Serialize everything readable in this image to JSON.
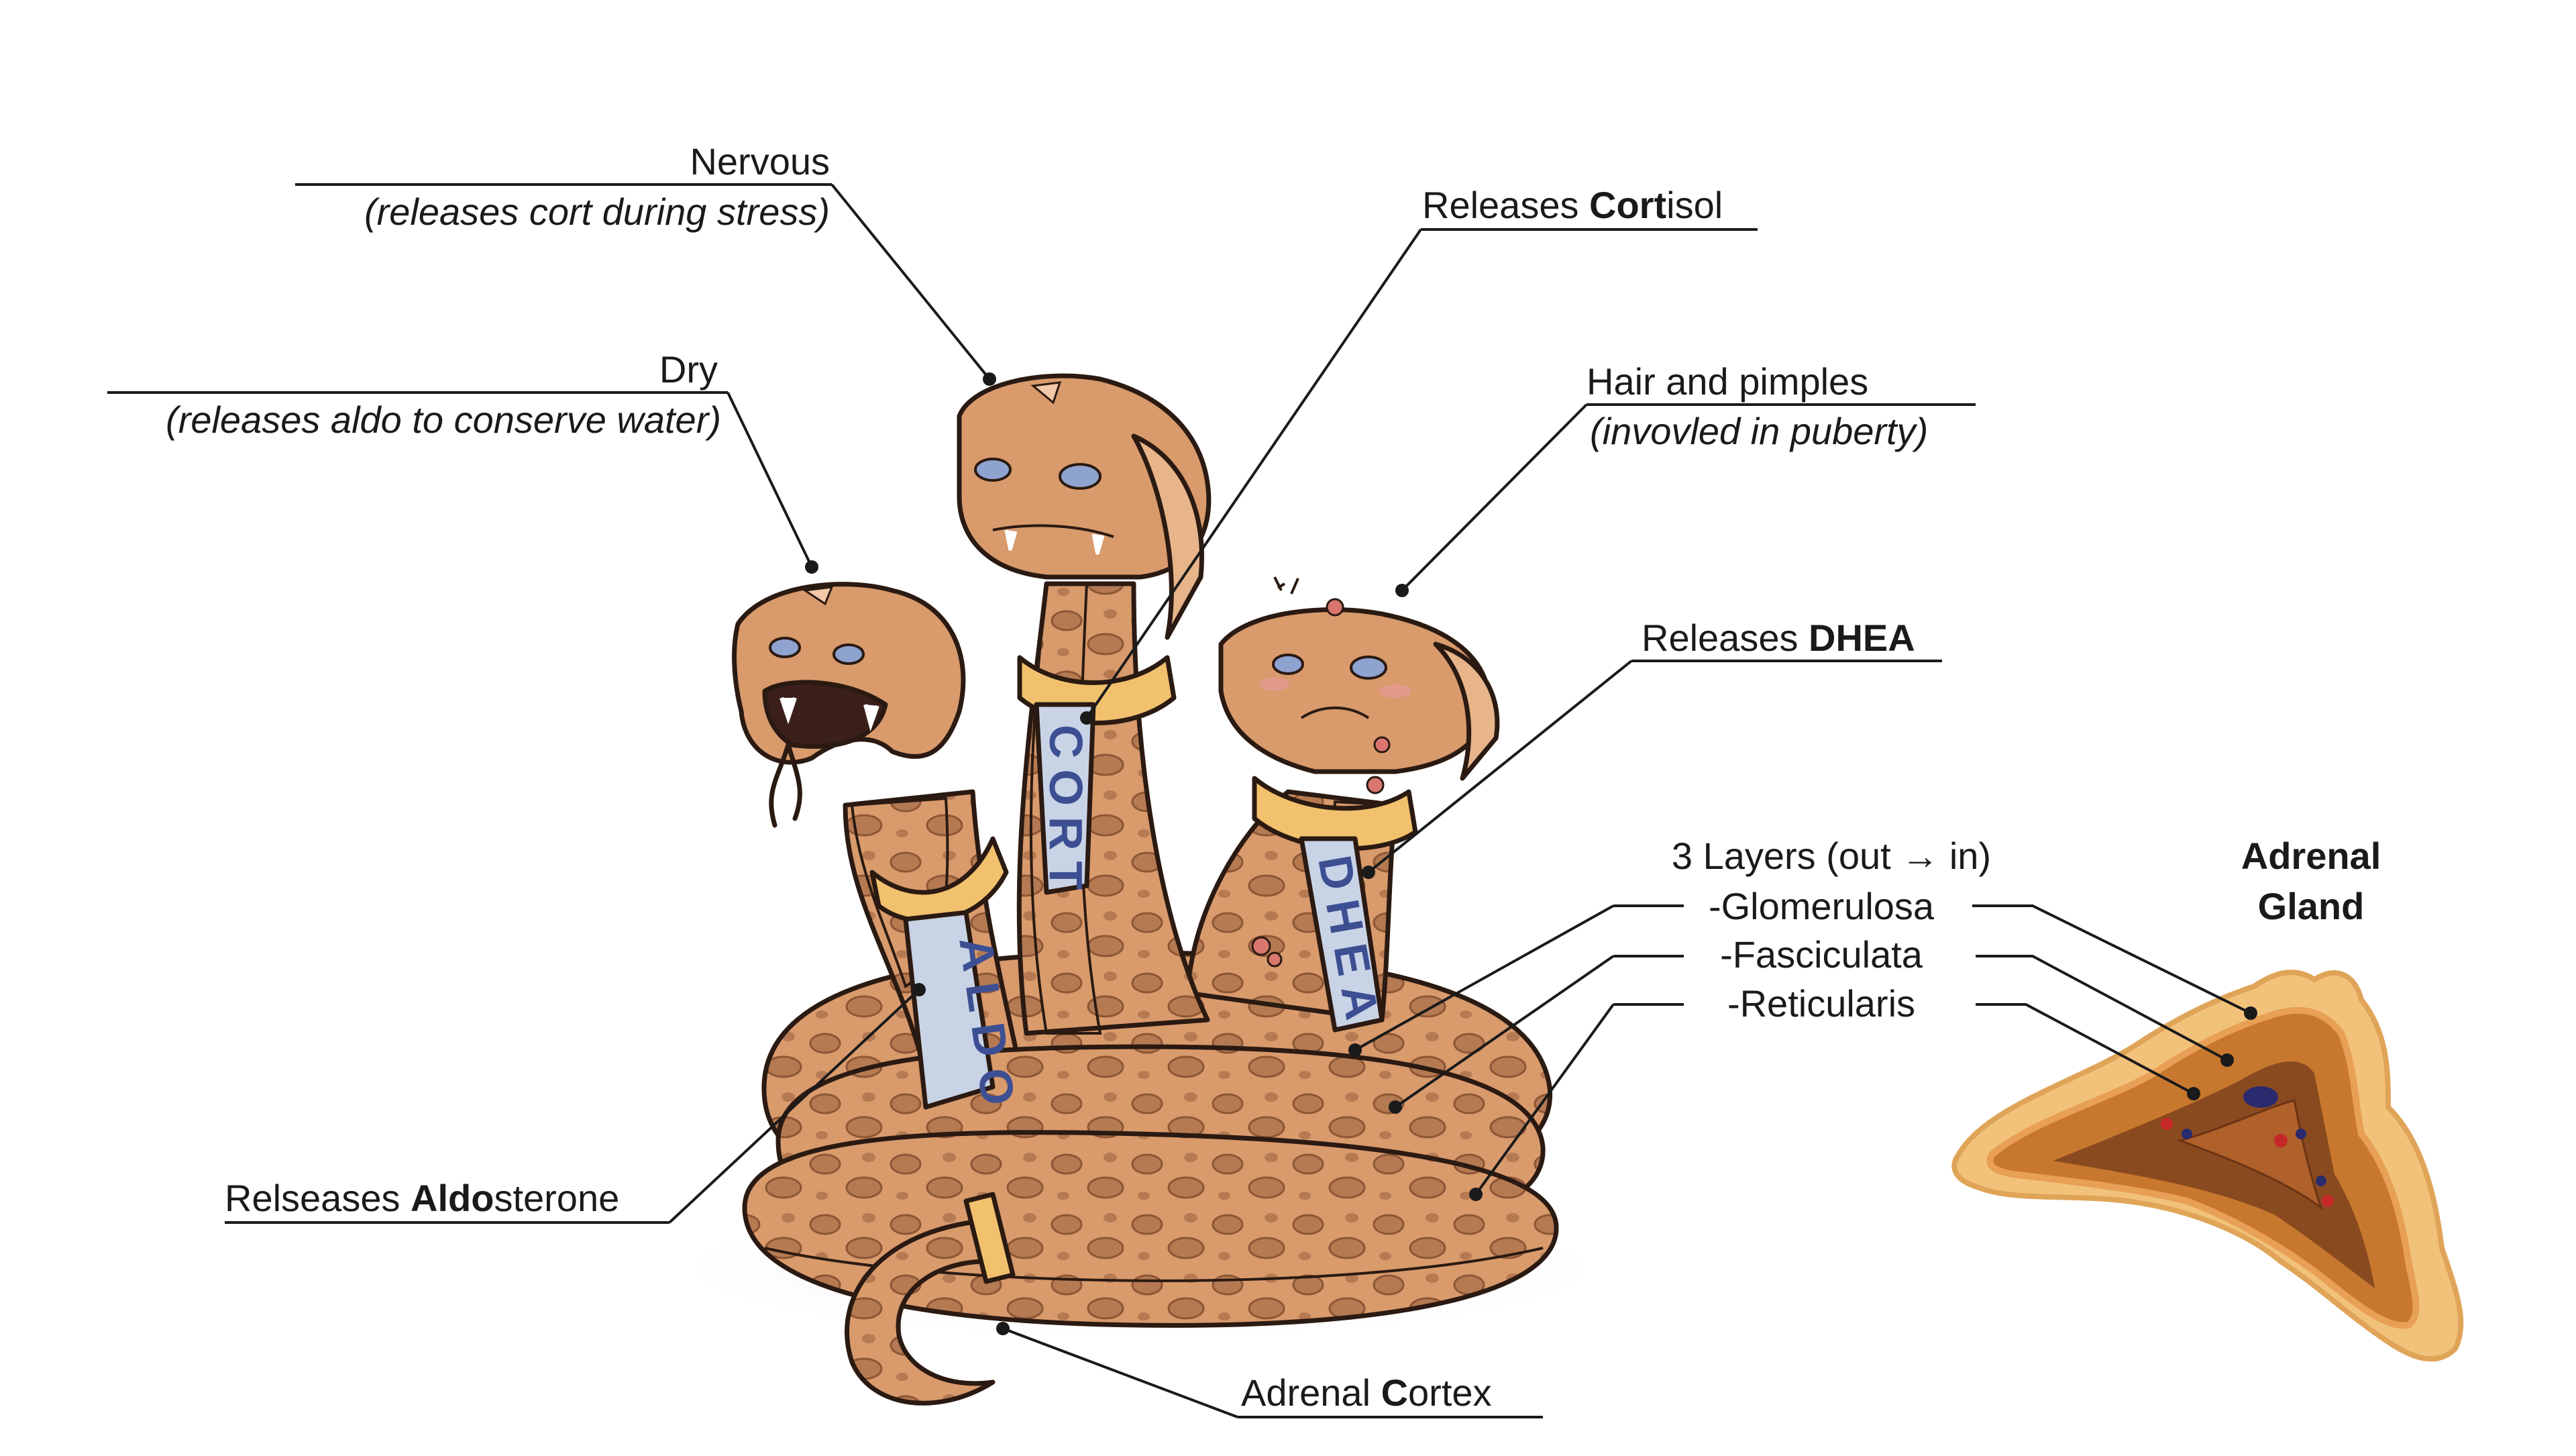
{
  "labels": {
    "nervous": "Nervous",
    "nervous_sub": "(releases cort during stress)",
    "cortisol_pre": "Releases ",
    "cortisol_bold": "Cort",
    "cortisol_post": "isol",
    "dry": "Dry",
    "dry_sub": "(releases aldo to conserve water)",
    "hair": "Hair and pimples",
    "hair_sub": "(invovled in puberty)",
    "dhea_pre": "Releases ",
    "dhea_bold": "DHEA",
    "layers_title": "3 Layers (out → in)",
    "layer1": "-Glomerulosa",
    "layer2": "-Fasciculata",
    "layer3": "-Reticularis",
    "gland_line1": "Adrenal",
    "gland_line2": "Gland",
    "aldo_pre": "Relseases ",
    "aldo_bold": "Aldo",
    "aldo_post": "sterone",
    "cortex_pre": "Adrenal ",
    "cortex_bold": "C",
    "cortex_post": "ortex"
  },
  "sashes": {
    "left": "ALDO",
    "center": "CORT",
    "right": "DHEA"
  },
  "colors": {
    "skin": "#d99a6c",
    "belly": "#f2c9a8",
    "spots": "#a86a44",
    "collar": "#f2c16e",
    "sash": "#c9d3e6",
    "sash_text": "#3d4f93",
    "gland_outer": "#f2c27a",
    "gland_inner": "#c8782e",
    "gland_core": "#8a4a1f"
  }
}
